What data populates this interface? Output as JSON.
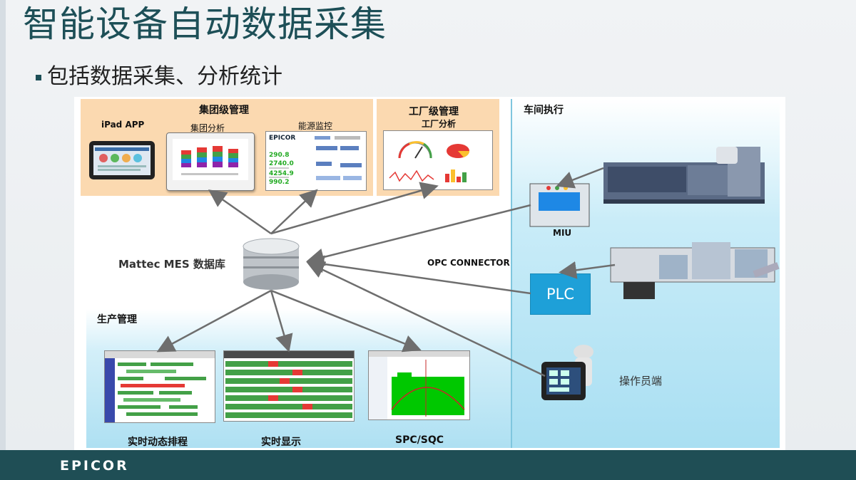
{
  "slide": {
    "title": "智能设备自动数据采集",
    "bullet": "包括数据采集、分析统计"
  },
  "diagram": {
    "group_mgmt": "集团级管理",
    "ipad_app": "iPad APP",
    "group_analysis": "集团分析",
    "energy_monitor": "能源监控",
    "factory_mgmt": "工厂级管理",
    "factory_analysis": "工厂分析",
    "shop_exec": "车间执行",
    "miu": "MIU",
    "opc_connector": "OPC CONNECTOR",
    "plc": "PLC",
    "operator_terminal": "操作员端",
    "database": "Mattec MES 数据库",
    "production_mgmt": "生产管理",
    "realtime_schedule": "实时动态排程",
    "realtime_display": "实时显示",
    "spc": "SPC/SQC",
    "energy_values": [
      "290.8",
      "2740.0",
      "4254.9",
      "990.2"
    ]
  },
  "footer": {
    "brand": "EPICOR"
  },
  "colors": {
    "accent": "#1f4e55",
    "zone_orange": "#fbd9b0",
    "plc_blue": "#1ea0d8"
  }
}
